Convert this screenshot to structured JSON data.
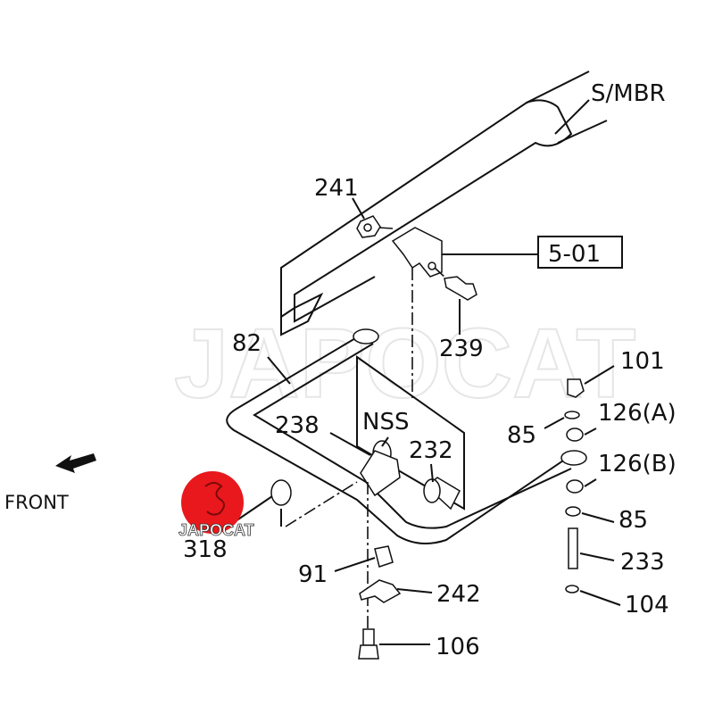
{
  "labels": {
    "smbr": "S/MBR",
    "p241": "241",
    "p501": "5-01",
    "p239": "239",
    "p82": "82",
    "p101": "101",
    "p126a": "126(A)",
    "p85a": "85",
    "p238": "238",
    "nss": "NSS",
    "p232": "232",
    "p126b": "126(B)",
    "front": "FRONT",
    "p85b": "85",
    "p233": "233",
    "p318": "318",
    "p91": "91",
    "p242": "242",
    "p104": "104",
    "p106": "106"
  },
  "watermark": "JAPOCAT",
  "logo": {
    "text": "JAPOCAT",
    "color": "#e8181c"
  }
}
